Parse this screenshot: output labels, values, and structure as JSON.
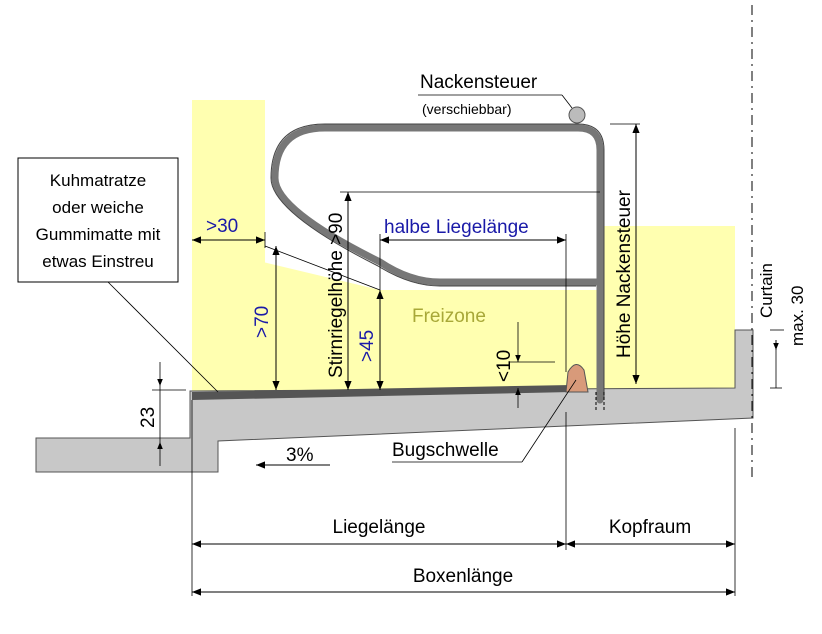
{
  "labels": {
    "nackensteuer": "Nackensteuer",
    "verschiebbar": "(verschiebbar)",
    "matratze_line1": "Kuhmatratze",
    "matratze_line2": "oder weiche",
    "matratze_line3": "Gummimatte mit",
    "matratze_line4": "etwas Einstreu",
    "gt30": ">30",
    "gt70": ">70",
    "gt45": ">45",
    "lt10": "<10",
    "stirnriegel": "Stirnriegelhöhe >90",
    "halbe_liegelaenge": "halbe Liegelänge",
    "freizone": "Freizone",
    "hoehe_nackensteuer": "Höhe Nackensteuer",
    "curtain": "Curtain",
    "max30": "max. 30",
    "d23": "23",
    "gefaelle": "3%",
    "bugschwelle": "Bugschwelle",
    "liegelaenge": "Liegelänge",
    "kopfraum": "Kopfraum",
    "boxenlaenge": "Boxenlänge"
  },
  "colors": {
    "freizone_fill": "#ffffb0",
    "concrete": "#c8c8c8",
    "mattress": "#555555",
    "bar": "#707070",
    "bugschwelle": "#d89a7a",
    "dim_blue": "#1a1aa8",
    "freizone_text": "#a8a838"
  }
}
